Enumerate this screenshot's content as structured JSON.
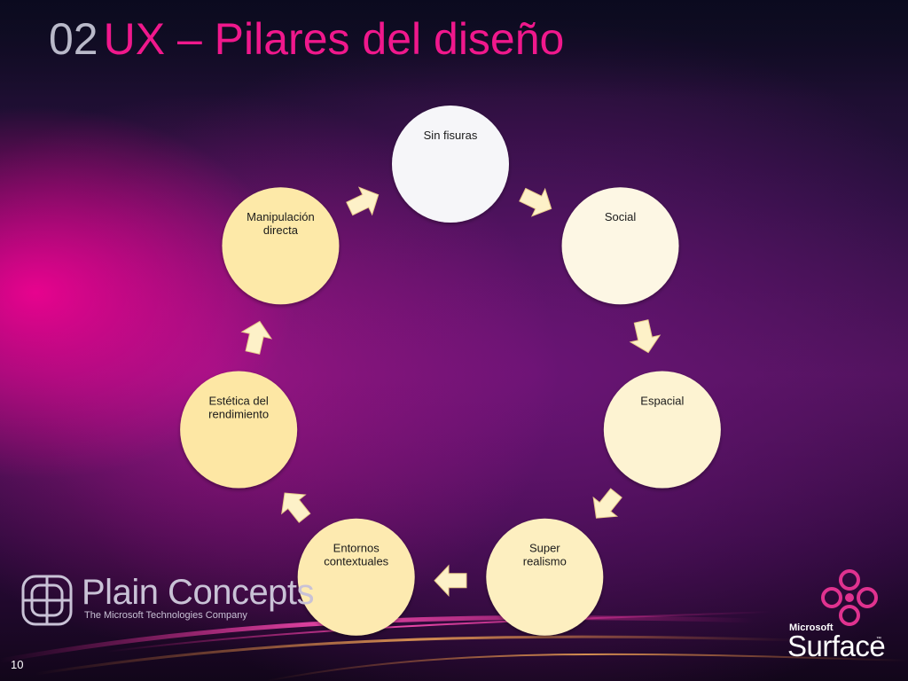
{
  "slide": {
    "number_prefix": "02",
    "title": "UX – Pilares del diseño",
    "page_number": "10"
  },
  "cycle": {
    "nodes": [
      {
        "lines": [
          "Sin fisuras"
        ],
        "color": "#f6f6f9"
      },
      {
        "lines": [
          "Social"
        ],
        "color": "#fdf7e4"
      },
      {
        "lines": [
          "Espacial"
        ],
        "color": "#fdf3d2"
      },
      {
        "lines": [
          "Super",
          "realismo"
        ],
        "color": "#fdefc0"
      },
      {
        "lines": [
          "Entornos",
          "contextuales"
        ],
        "color": "#fdeab0"
      },
      {
        "lines": [
          "Estética del",
          "rendimiento"
        ],
        "color": "#fde7a4"
      },
      {
        "lines": [
          "Manipulación",
          "directa"
        ],
        "color": "#fde9a8"
      }
    ],
    "arrow_color": "#fdf1c8"
  },
  "branding": {
    "company_name": "Plain Concepts",
    "company_tagline": "The Microsoft Technologies Company",
    "product_vendor": "Microsoft",
    "product_name": "Surface",
    "trademark": "™",
    "icons": [
      "plain-concepts-logo-icon",
      "surface-symbol-icon"
    ]
  }
}
